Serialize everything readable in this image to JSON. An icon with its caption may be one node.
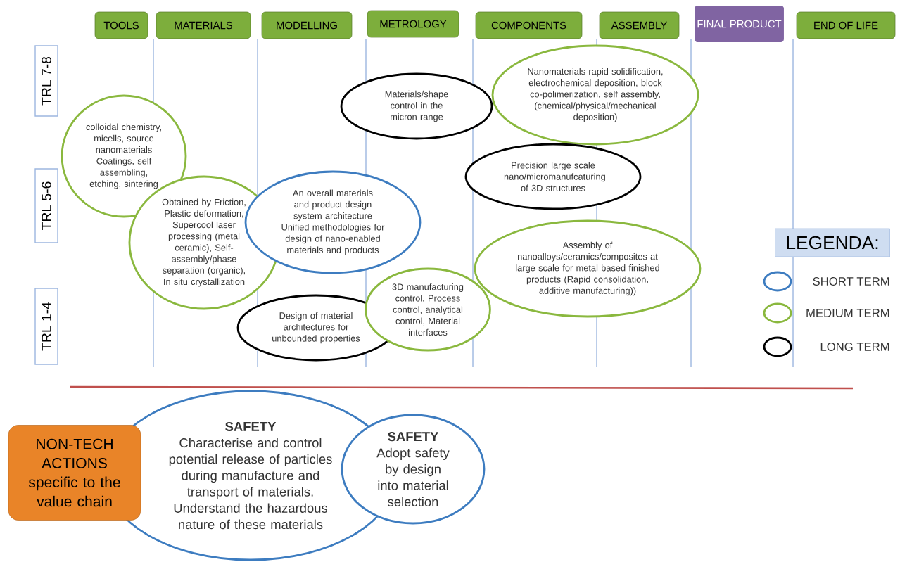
{
  "diagram": {
    "nodes": [
      {
        "text": [
          "TOOLS"
        ]
      },
      {
        "text": [
          "MATERIALS"
        ]
      },
      {
        "text": [
          "MODELLING"
        ]
      },
      {
        "text": [
          "METROLOGY"
        ]
      },
      {
        "text": [
          "COMPONENTS"
        ]
      },
      {
        "text": [
          "ASSEMBLY"
        ]
      },
      {
        "text": [
          "FINAL PRODUCT"
        ]
      },
      {
        "text": [
          "END OF LIFE"
        ]
      },
      {
        "text": [
          "TRL 7-8"
        ]
      },
      {
        "text": [
          "TRL 5-6"
        ]
      },
      {
        "text": [
          "TRL 1-4"
        ]
      },
      {
        "text": [
          "Nanomaterials rapid solidification, electrochemical deposition, block co-polimerization, self assembly, (chemical/physical/mechanical deposition)"
        ]
      },
      {
        "text": [
          "Materials/shape control in the micron range"
        ]
      },
      {
        "text": [
          "colloidal chemistry, micells, source nanomaterials Coatings, self assembling, etching, sintering"
        ]
      },
      {
        "text": [
          "Precision large scale nano/micromanufcaturing of 3D structures"
        ]
      },
      {
        "text": [
          "Obtained by Friction, Plastic deformation, Supercool laser processing (metal ceramic), Self-assembly/phase separation (organic), In situ crystallization"
        ]
      },
      {
        "text": [
          "An overall materials and product design system architecture Unified methodologies for design of nano-enabled materials and products"
        ]
      },
      {
        "text": [
          "LEGENDA:"
        ]
      },
      {
        "text": [
          "Assembly of nanoalloys/ceramics/composites at large scale for metal based finished products (Rapid consolidation, additive manufacturing))"
        ]
      },
      {
        "text": [
          "3D manufacturing control, Process control, analytical control, Material interfaces"
        ]
      },
      {
        "text": [
          "Design of material architectures for unbounded properties"
        ]
      },
      {
        "text": [
          "SAFETY",
          "Characterise and control potential release of particles during manufacture and transport of materials. Understand the hazardous nature of these materials"
        ]
      },
      {
        "text": [
          "SAFETY",
          "Adopt safety by design into material selection"
        ]
      },
      {
        "text": [
          "NON-TECH ACTIONS specific to the value chain"
        ]
      }
    ],
    "legend": [
      {
        "text": "SHORT TERM",
        "color": "#3d7cc0"
      },
      {
        "text": "MEDIUM TERM",
        "color": "#8ab83e"
      },
      {
        "text": "LONG TERM",
        "color": "#000000"
      }
    ]
  }
}
